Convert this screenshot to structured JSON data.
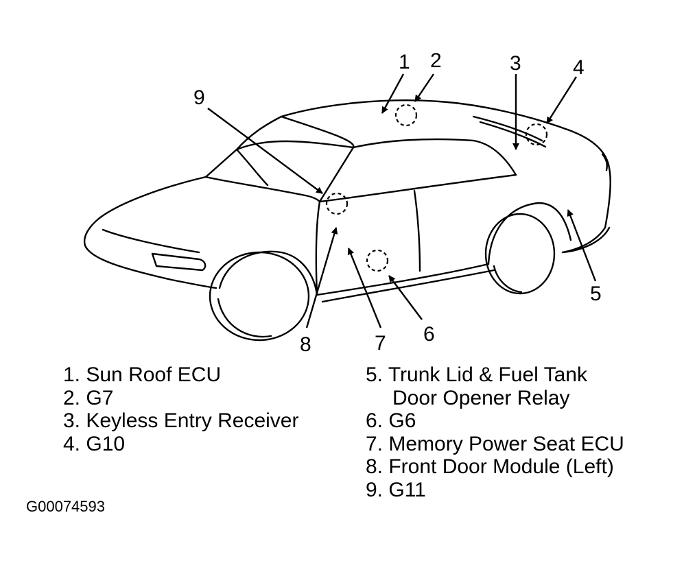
{
  "callouts": [
    "1",
    "2",
    "3",
    "4",
    "5",
    "6",
    "7",
    "8",
    "9"
  ],
  "legend": {
    "left": [
      "1. Sun Roof ECU",
      "2. G7",
      "3. Keyless Entry Receiver",
      "4. G10"
    ],
    "right": [
      "5. Trunk Lid & Fuel Tank",
      "Door Opener Relay",
      "6. G6",
      "7. Memory Power Seat ECU",
      "8. Front Door Module (Left)",
      "9. G11"
    ]
  },
  "figure_code": "G00074593"
}
